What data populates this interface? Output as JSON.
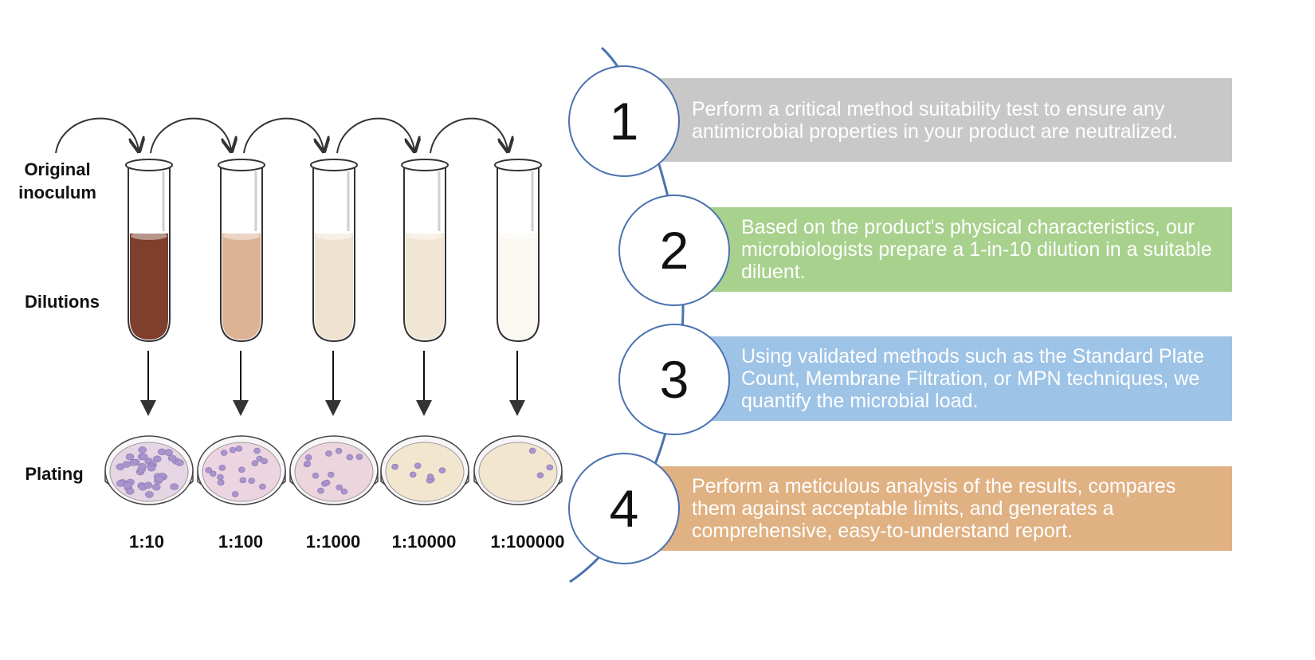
{
  "labels": {
    "original": "Original\ninoculum",
    "dilutions": "Dilutions",
    "plating": "Plating"
  },
  "tubes": [
    {
      "ratio": "1:10",
      "liquid": "#7e3f2c",
      "plate": "#e6d6e4",
      "colonies": 38
    },
    {
      "ratio": "1:100",
      "liquid": "#ddb395",
      "plate": "#ecd5e0",
      "colonies": 18
    },
    {
      "ratio": "1:1000",
      "liquid": "#efe3cf",
      "plate": "#ecd5dd",
      "colonies": 14
    },
    {
      "ratio": "1:10000",
      "liquid": "#f1e6d3",
      "plate": "#f3e6cf",
      "colonies": 7
    },
    {
      "ratio": "1:100000",
      "liquid": "#fbf8f1",
      "plate": "#f2e6d0",
      "colonies": 3
    }
  ],
  "steps": [
    {
      "number": "1",
      "text": "Perform a critical method suitability test to ensure any antimicrobial properties in your product are neutralized.",
      "color": "#c8c8c8"
    },
    {
      "number": "2",
      "text": "Based on the product's physical characteristics, our microbiologists prepare a 1-in-10 dilution in a suitable diluent.",
      "color": "#a8d18d"
    },
    {
      "number": "3",
      "text": "Using validated methods such as the Standard Plate Count, Membrane Filtration, or MPN techniques, we quantify the microbial load.",
      "color": "#9dc3e6"
    },
    {
      "number": "4",
      "text": "Perform a meticulous analysis of the results, compares them against acceptable limits, and generates a comprehensive, easy-to-understand report.",
      "color": "#e0b182"
    }
  ],
  "colors": {
    "curve": "#4b72b0",
    "colony": "#a995cc",
    "arrow": "#333333"
  }
}
